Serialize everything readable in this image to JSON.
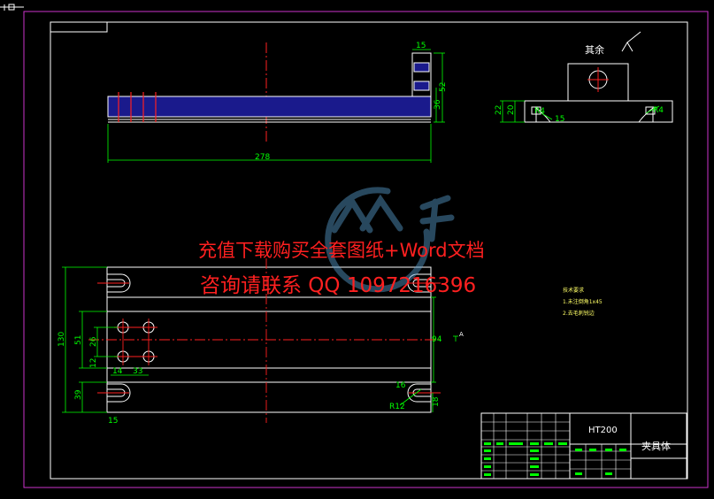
{
  "drawing": {
    "top_view_dims": {
      "width_15": "15",
      "height_52": "52",
      "height_36": "36",
      "length_278": "278"
    },
    "side_view": {
      "roughness": "其余",
      "h_22": "22",
      "h_20": "20",
      "r_left": "R4",
      "d_15": "15",
      "r_right": "R4"
    },
    "plan_view_dims": {
      "h_130": "130",
      "d_51": "51",
      "d_26": "26",
      "d_12": "12",
      "d_39": "39",
      "d_14": "14",
      "d_33": "33",
      "d_94": "94",
      "d_16": "16",
      "r_12": "R12",
      "d_18": "18",
      "d_15": "15",
      "section": "A"
    },
    "notes": {
      "title": "技术要求",
      "line1": "1.未注倒角1x45",
      "line2": "2.去毛刺锐边"
    }
  },
  "title_block": {
    "material": "HT200",
    "part_name": "夹具体"
  },
  "watermark": {
    "line1": "充值下载购买全套图纸+Word文档",
    "line2": "咨询请联系 QQ 1097216396"
  },
  "colors": {
    "outline": "#ffffff",
    "dimension": "#00ff00",
    "centerline": "#ff2020",
    "hatch": "#3030ff",
    "border": "#cc33cc"
  }
}
